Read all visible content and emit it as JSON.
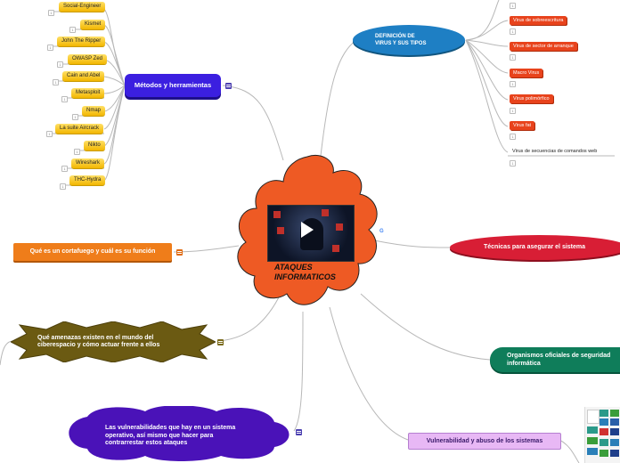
{
  "central": {
    "title_line1": "ATAQUES",
    "title_line2": "INFORMATICOS"
  },
  "metodos": {
    "title": "Métodos y herramientas",
    "tools": [
      "Social-Engineer",
      "Kismet",
      "John The Ripper",
      "OWASP Zed",
      "Cain and Abel",
      "Metasploit",
      "Nmap",
      "La suite Aircrack",
      "Nikto",
      "Wireshark",
      "THC-Hydra"
    ]
  },
  "definicion": {
    "title_line1": "DEFINICIÓN DE",
    "title_line2": "VIRUS Y SUS TIPOS",
    "types": [
      "Virus de sobreescritura",
      "Virus de sector de arranque",
      "Macro Virus",
      "Virus polimórfico",
      "Virus fat"
    ],
    "last": "Virus de secuencias de comandos web"
  },
  "cortafuego": {
    "title": "Qué es un cortafuego y cuál es su función"
  },
  "amenazas": {
    "line1": "Qué amenazas existen en el mundo del",
    "line2": "ciberespacio y cómo actuar frente a ellos"
  },
  "vulnerabilidades": {
    "line1": "Las vulnerabilidades que hay en un sistema",
    "line2": "operativo, así mismo que hacer para",
    "line3": "contrarrestar estos ataques"
  },
  "tecnicas": {
    "title": "Técnicas para asegurar el sistema"
  },
  "organismos": {
    "line1": "Organismos oficiales de seguridad",
    "line2": "informática"
  },
  "vulnerabilidad_abuso": {
    "title": "Vulnerabilidad y abuso de los sistemas"
  },
  "markers": {
    "count_label": "1"
  },
  "colors": {
    "central": "#ee5a24",
    "metodos": "#3b1fe0",
    "definicion": "#1e7fc4",
    "cortafuego": "#ef7d1a",
    "amenazas": "#6b5a12",
    "vulnerabilidades": "#4a12b8",
    "tecnicas": "#d81e35",
    "organismos": "#0f7d5a",
    "vulnerabilidad_abuso": "#e8b8f5",
    "leaf": "#f2b600",
    "virus_leaf": "#e8431c"
  }
}
